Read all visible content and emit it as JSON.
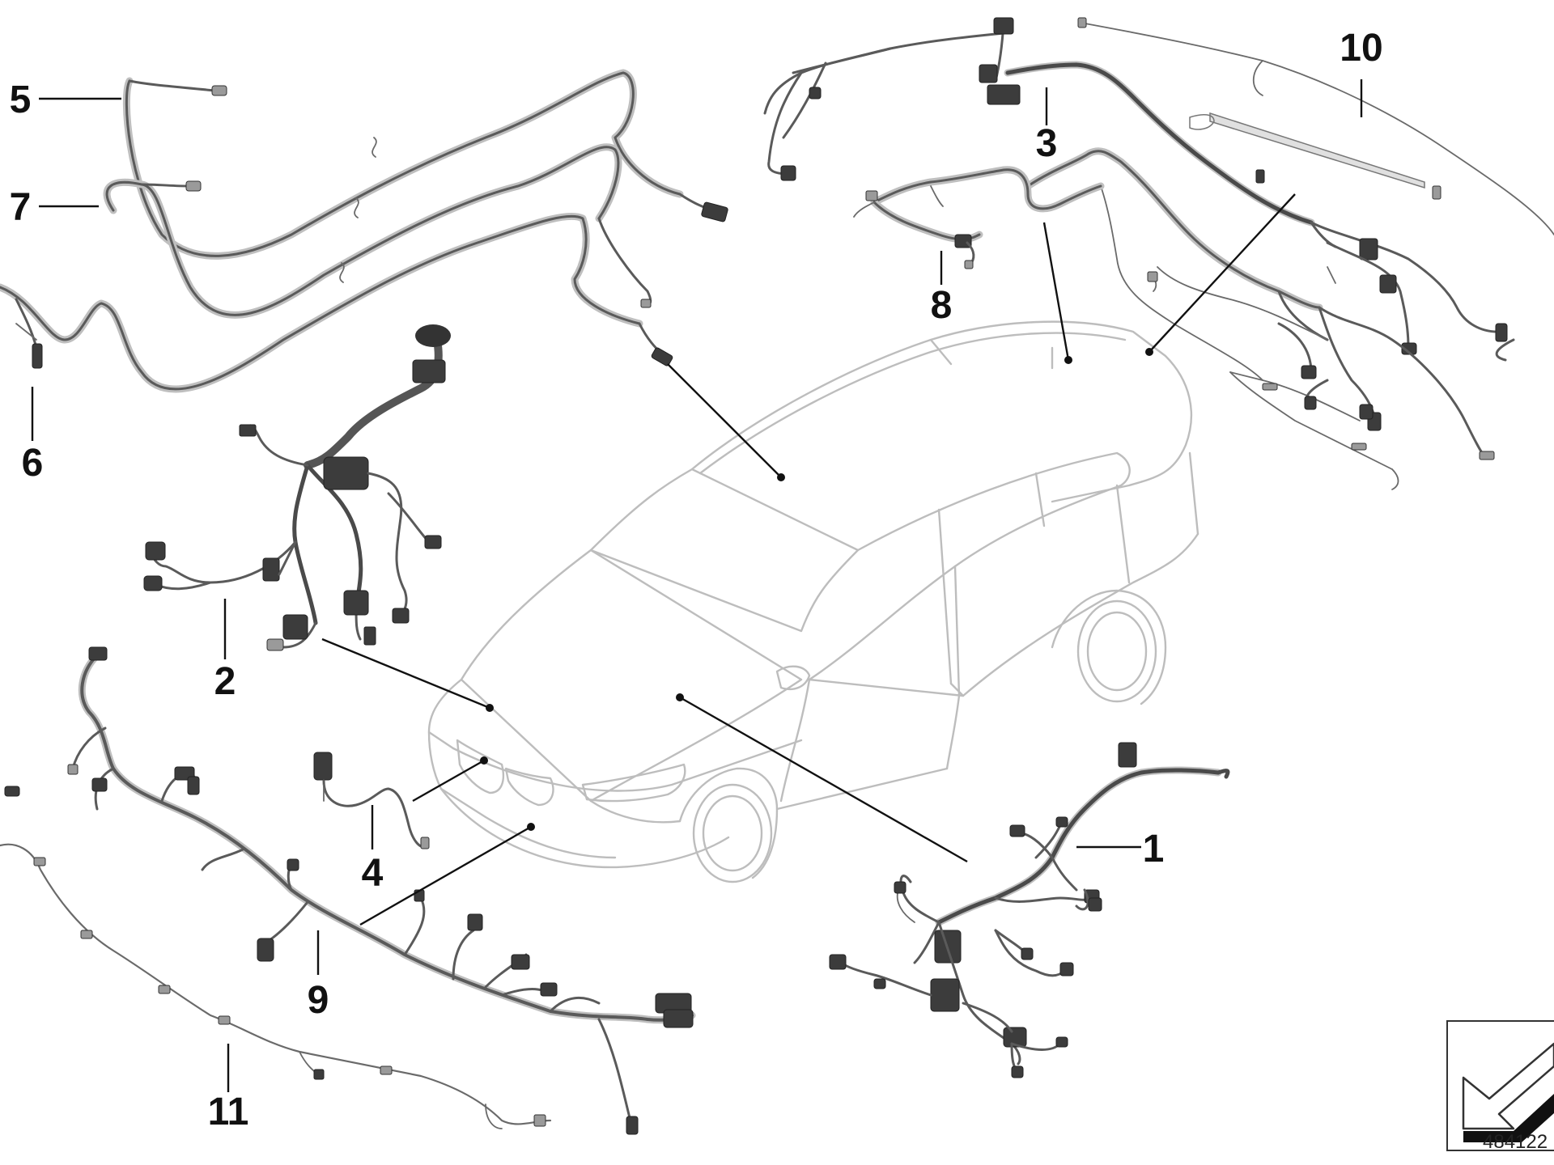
{
  "diagram": {
    "callouts": [
      {
        "id": "1",
        "text": "1"
      },
      {
        "id": "2",
        "text": "2"
      },
      {
        "id": "3a",
        "text": "3"
      },
      {
        "id": "4",
        "text": "4"
      },
      {
        "id": "5",
        "text": "5"
      },
      {
        "id": "6",
        "text": "6"
      },
      {
        "id": "7",
        "text": "7"
      },
      {
        "id": "8",
        "text": "8"
      },
      {
        "id": "9",
        "text": "9"
      },
      {
        "id": "10",
        "text": "10"
      },
      {
        "id": "11",
        "text": "11"
      }
    ],
    "reference_number": "484122",
    "icon": "direction-arrow-icon",
    "colors": {
      "car_outline": "#bdbdbd",
      "harness": "#5a5a5a",
      "leader_line": "#111111"
    }
  }
}
